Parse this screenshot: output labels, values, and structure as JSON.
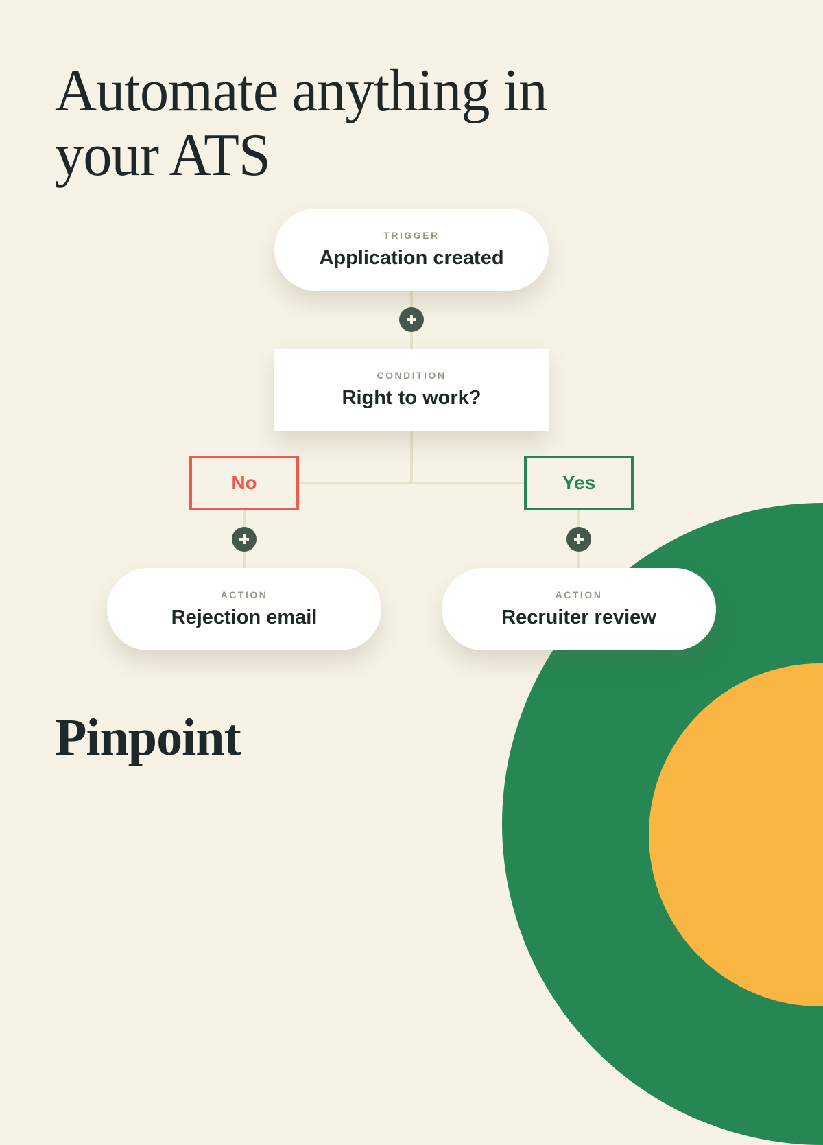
{
  "headline": {
    "line1": "Automate anything in",
    "line2": "your ATS"
  },
  "flow": {
    "trigger": {
      "kind": "TRIGGER",
      "label": "Application created"
    },
    "condition": {
      "kind": "CONDITION",
      "label": "Right to work?"
    },
    "branches": {
      "no": {
        "label": "No",
        "color": "#EF5A50"
      },
      "yes": {
        "label": "Yes",
        "color": "#268754"
      }
    },
    "actions": [
      {
        "kind": "ACTION",
        "label": "Rejection email",
        "branch": "No"
      },
      {
        "kind": "ACTION",
        "label": "Recruiter review",
        "branch": "Yes"
      }
    ],
    "add_step_icon": "plus-icon"
  },
  "brand": {
    "name": "Pinpoint"
  },
  "colors": {
    "background": "#F6F2E6",
    "text": "#1F2828",
    "label_gray": "#9A9788",
    "connector": "#E7E0CB",
    "add_button": "#43594B",
    "no_red": "#EF5A50",
    "yes_green": "#268754",
    "accent_yellow": "#FAB642"
  }
}
